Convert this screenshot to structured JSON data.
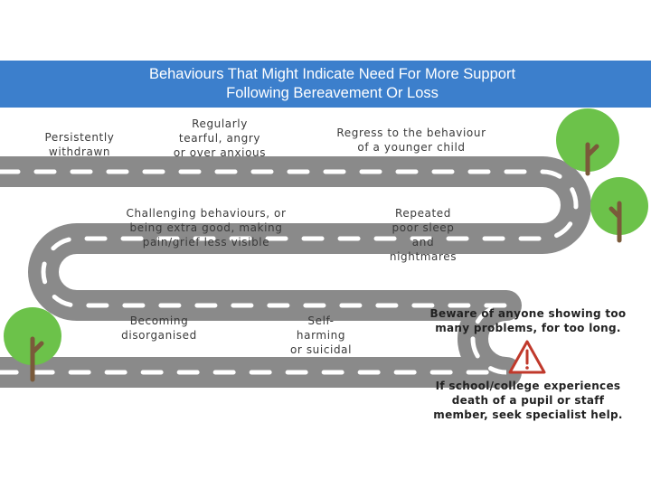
{
  "title": {
    "line1": "Behaviours That Might Indicate Need For More Support",
    "line2": "Following Bereavement Or Loss"
  },
  "labels": {
    "withdrawn": [
      "Persistently",
      "withdrawn"
    ],
    "tearful": [
      "Regularly",
      "tearful, angry",
      "or over anxious"
    ],
    "regress": [
      "Regress to the behaviour",
      "of a younger child"
    ],
    "challenging": [
      "Challenging behaviours, or",
      "being extra good, making",
      "pain/grief less visible"
    ],
    "sleep": [
      "Repeated",
      "poor sleep",
      "and",
      "nightmares"
    ],
    "disorganised": [
      "Becoming",
      "disorganised"
    ],
    "selfharm": [
      "Self-",
      "harming",
      "or suicidal"
    ]
  },
  "notes": {
    "beware": [
      "Beware of anyone showing too",
      "many problems, for too long."
    ],
    "specialist": [
      "If school/college experiences",
      "death of a pupil or staff",
      "member, seek specialist help."
    ]
  },
  "icons": [
    "tree-icon",
    "warning-icon"
  ],
  "colors": {
    "banner": "#3c7fcc",
    "road": "#8a8a8a",
    "road_marking": "#ffffff",
    "tree_leaf": "#6cc24a",
    "tree_trunk": "#7a5a3a",
    "warning": "#c0392b"
  }
}
